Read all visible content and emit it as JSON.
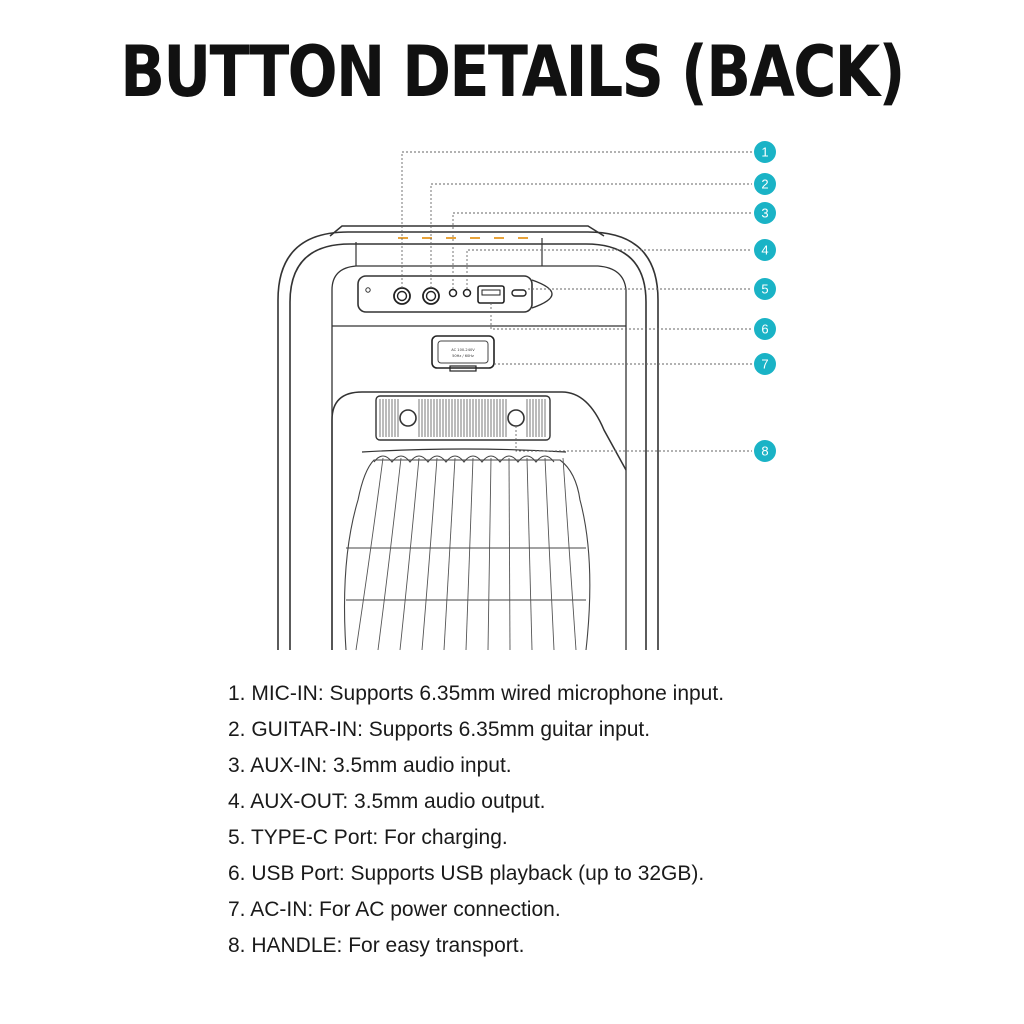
{
  "title": "BUTTON DETAILS (BACK)",
  "colors": {
    "callout": "#1ab3c6",
    "line": "#444444",
    "text": "#1a1a1a",
    "accent_orange": "#e8a33a"
  },
  "callouts": [
    {
      "number": "1",
      "name": "MIC-IN"
    },
    {
      "number": "2",
      "name": "GUITAR-IN"
    },
    {
      "number": "3",
      "name": "AUX-IN"
    },
    {
      "number": "4",
      "name": "AUX-OUT"
    },
    {
      "number": "5",
      "name": "TYPE-C Port"
    },
    {
      "number": "6",
      "name": "USB Port"
    },
    {
      "number": "7",
      "name": "AC-IN"
    },
    {
      "number": "8",
      "name": "HANDLE"
    }
  ],
  "ac_label_line1": "AC 100-240V",
  "ac_label_line2": "50Hz / 60Hz",
  "features": [
    "1. MIC-IN: Supports 6.35mm wired microphone input.",
    "2. GUITAR-IN: Supports 6.35mm guitar input.",
    "3. AUX-IN: 3.5mm audio input.",
    "4. AUX-OUT: 3.5mm audio output.",
    "5. TYPE-C Port: For charging.",
    "6. USB Port: Supports USB playback (up to 32GB).",
    "7. AC-IN: For AC power connection.",
    "8. HANDLE: For easy transport."
  ]
}
